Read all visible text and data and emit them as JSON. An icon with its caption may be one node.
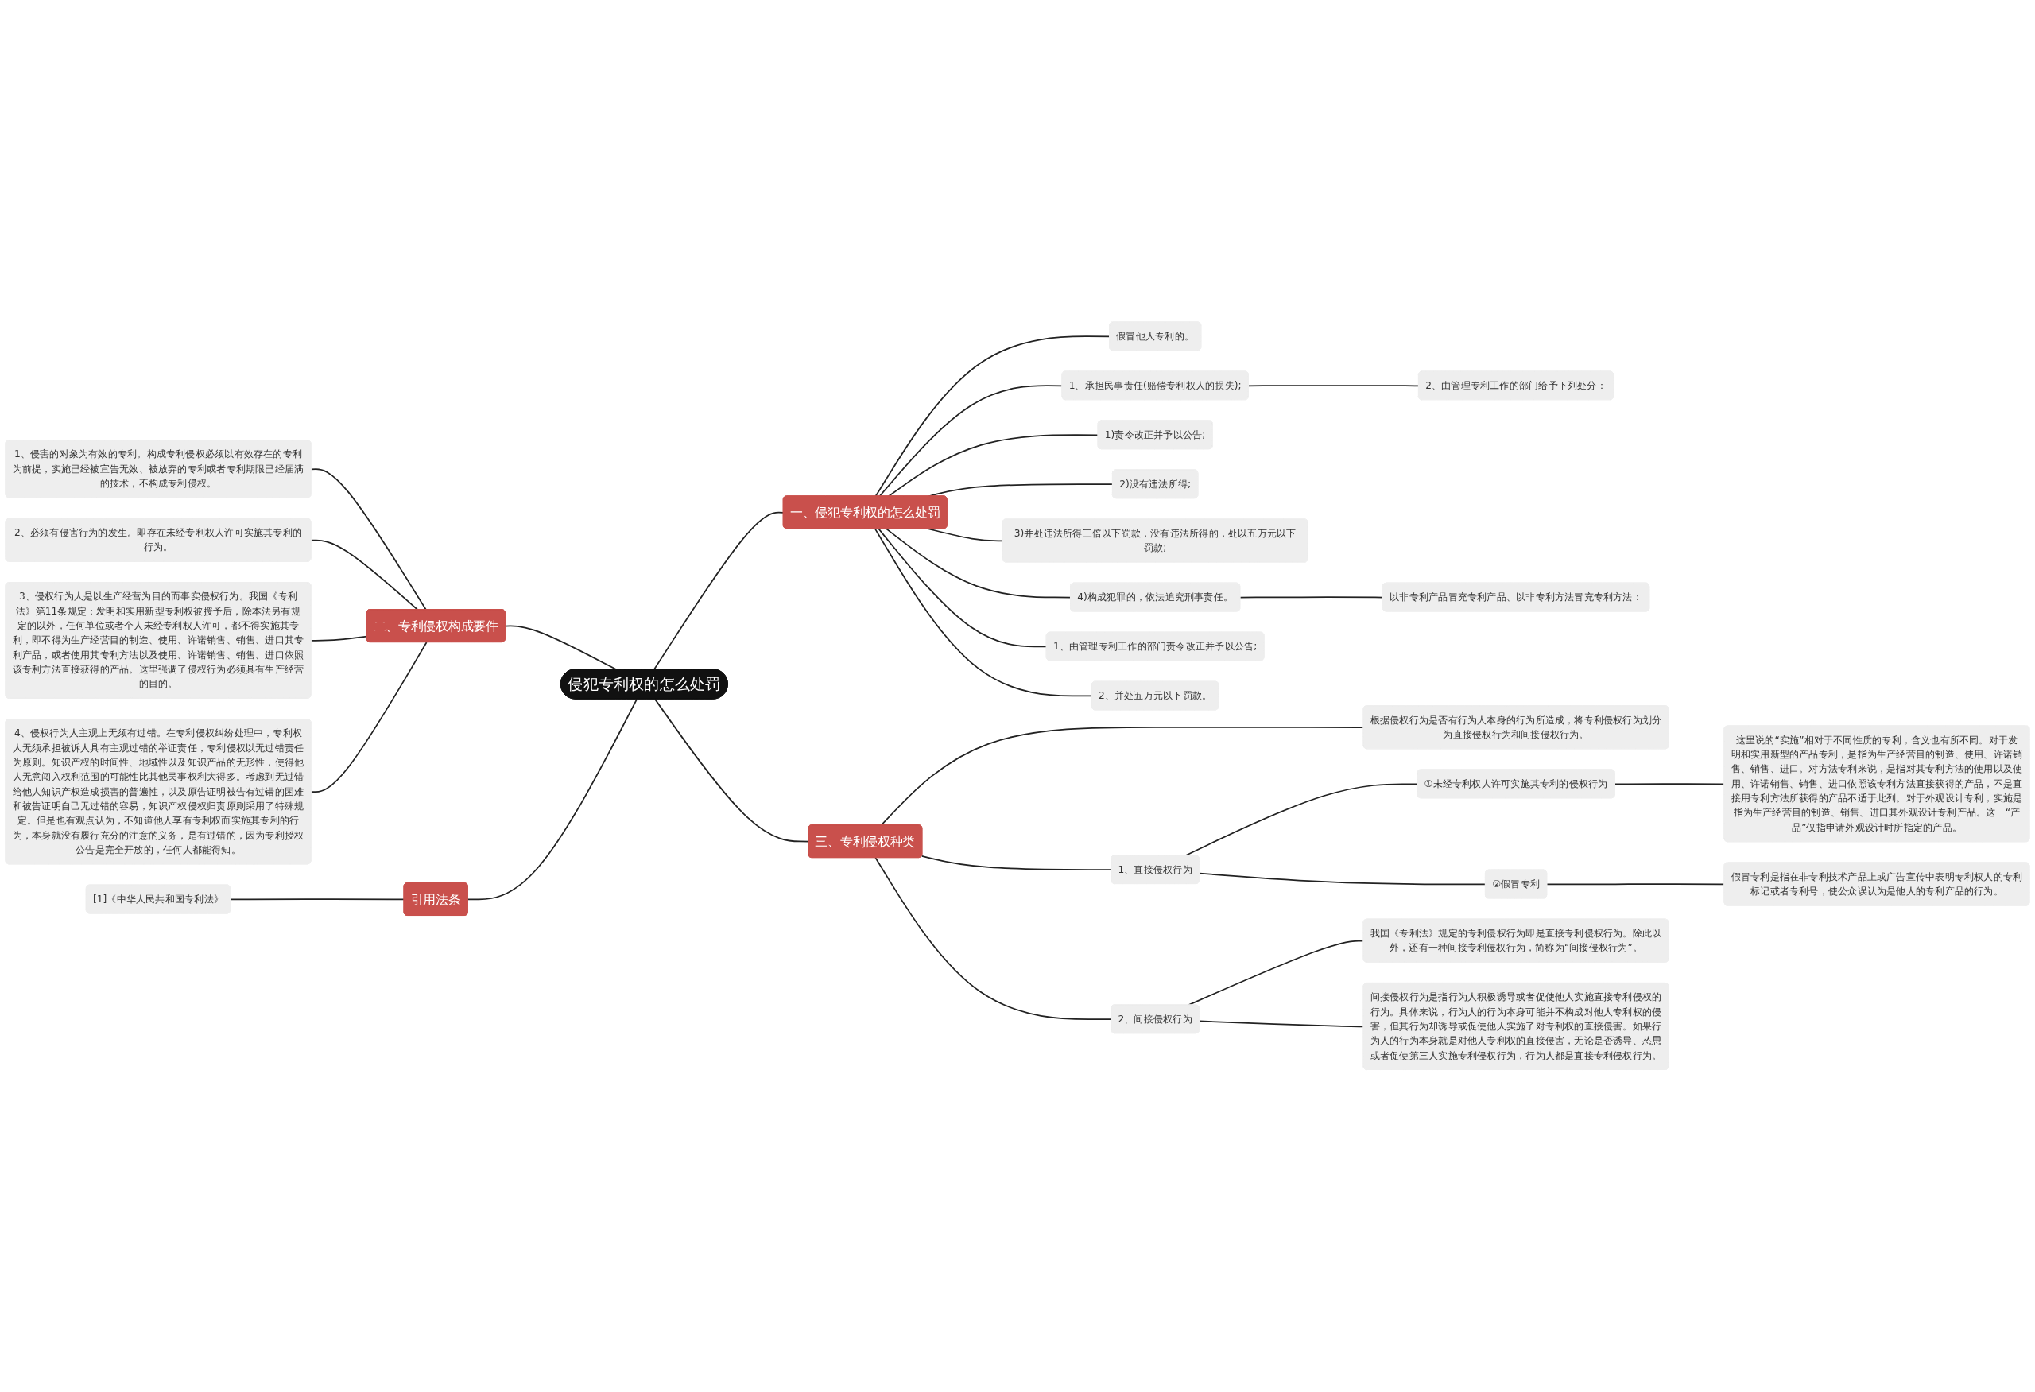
{
  "diagram": {
    "nodes": [
      {
        "text": [
          "侵犯专利权的怎么处罚"
        ]
      },
      {
        "text": [
          "一、侵犯专利权的怎么处罚"
        ]
      },
      {
        "text": [
          "假冒他人专利的。"
        ]
      },
      {
        "text": [
          "1、承担民事责任(赔偿专利权人的损失);"
        ]
      },
      {
        "text": [
          "2、由管理专利工作的部门给予下列处分："
        ]
      },
      {
        "text": [
          "1)责令改正并予以公告;"
        ]
      },
      {
        "text": [
          "2)没有违法所得;"
        ]
      },
      {
        "text": [
          "3)并处违法所得三倍以下罚款，没有违法所得的，处以五万元以下罚款;"
        ]
      },
      {
        "text": [
          "4)构成犯罪的，依法追究刑事责任。"
        ]
      },
      {
        "text": [
          "以非专利产品冒充专利产品、以非专利方法冒充专利方法："
        ]
      },
      {
        "text": [
          "1、由管理专利工作的部门责令改正并予以公告;"
        ]
      },
      {
        "text": [
          "2、并处五万元以下罚款。"
        ]
      },
      {
        "text": [
          "二、专利侵权构成要件"
        ]
      },
      {
        "text": [
          "1、侵害的对象为有效的专利。构成专利侵权必须以有效存在的专利为前提，实施已经被宣告无效、被放弃的专利或者专利期限已经届满的技术，不构成专利侵权。"
        ]
      },
      {
        "text": [
          "2、必须有侵害行为的发生。即存在未经专利权人许可实施其专利的行为。"
        ]
      },
      {
        "text": [
          "3、侵权行为人是以生产经营为目的而事实侵权行为。我国《专利法》第11条规定：发明和实用新型专利权被授予后，除本法另有规定的以外，任何单位或者个人未经专利权人许可，都不得实施其专利，即不得为生产经营目的制造、使用、许诺销售、销售、进口其专利产品，或者使用其专利方法以及使用、许诺销售、销售、进口依照该专利方法直接获得的产品。这里强调了侵权行为必须具有生产经营的目的。"
        ]
      },
      {
        "text": [
          "4、侵权行为人主观上无须有过错。在专利侵权纠纷处理中，专利权人无须承担被诉人具有主观过错的举证责任，专利侵权以无过错责任为原则。知识产权的时间性、地域性以及知识产品的无形性，使得他人无意闯入权利范围的可能性比其他民事权利大得多。考虑到无过错给他人知识产权造成损害的普遍性，以及原告证明被告有过错的困难和被告证明自己无过错的容易，知识产权侵权归责原则采用了特殊规定。但是也有观点认为，不知道他人享有专利权而实施其专利的行为，本身就没有履行充分的注意的义务，是有过错的，因为专利授权公告是完全开放的，任何人都能得知。"
        ]
      },
      {
        "text": [
          "引用法条"
        ]
      },
      {
        "text": [
          "[1]《中华人民共和国专利法》"
        ]
      },
      {
        "text": [
          "三、专利侵权种类"
        ]
      },
      {
        "text": [
          "根据侵权行为是否有行为人本身的行为所造成，将专利侵权行为划分为直接侵权行为和间接侵权行为。"
        ]
      },
      {
        "text": [
          "1、直接侵权行为"
        ]
      },
      {
        "text": [
          "①未经专利权人许可实施其专利的侵权行为"
        ]
      },
      {
        "text": [
          "这里说的“实施”相对于不同性质的专利，含义也有所不同。对于发明和实用新型的产品专利，是指为生产经营目的制造、使用、许诺销售、销售、进口。对方法专利来说，是指对其专利方法的使用以及使用、许诺销售、销售、进口依照该专利方法直接获得的产品，不是直接用专利方法所获得的产品不适于此列。对于外观设计专利，实施是指为生产经营目的制造、销售、进口其外观设计专利产品。这一“产品”仅指申请外观设计时所指定的产品。"
        ]
      },
      {
        "text": [
          "②假冒专利"
        ]
      },
      {
        "text": [
          "假冒专利是指在非专利技术产品上或广告宣传中表明专利权人的专利标记或者专利号，使公众误认为是他人的专利产品的行为。"
        ]
      },
      {
        "text": [
          "2、间接侵权行为"
        ]
      },
      {
        "text": [
          "我国《专利法》规定的专利侵权行为即是直接专利侵权行为。除此以外，还有一种间接专利侵权行为，简称为“间接侵权行为”。"
        ]
      },
      {
        "text": [
          "间接侵权行为是指行为人积极诱导或者促使他人实施直接专利侵权的行为。具体来说，行为人的行为本身可能并不构成对他人专利权的侵害，但其行为却诱导或促使他人实施了对专利权的直接侵害。如果行为人的行为本身就是对他人专利权的直接侵害，无论是否诱导、怂恿或者促使第三人实施专利侵权行为，行为人都是直接专利侵权行为。"
        ]
      }
    ],
    "edges": [
      {
        "from": 0,
        "to": 1,
        "arrow": "none"
      },
      {
        "from": 1,
        "to": 2,
        "arrow": "none"
      },
      {
        "from": 1,
        "to": 3,
        "arrow": "none"
      },
      {
        "from": 3,
        "to": 4,
        "arrow": "none"
      },
      {
        "from": 1,
        "to": 5,
        "arrow": "none"
      },
      {
        "from": 1,
        "to": 6,
        "arrow": "none"
      },
      {
        "from": 1,
        "to": 7,
        "arrow": "none"
      },
      {
        "from": 1,
        "to": 8,
        "arrow": "none"
      },
      {
        "from": 8,
        "to": 9,
        "arrow": "none"
      },
      {
        "from": 1,
        "to": 10,
        "arrow": "none"
      },
      {
        "from": 1,
        "to": 11,
        "arrow": "none"
      },
      {
        "from": 0,
        "to": 12,
        "arrow": "none"
      },
      {
        "from": 12,
        "to": 13,
        "arrow": "none"
      },
      {
        "from": 12,
        "to": 14,
        "arrow": "none"
      },
      {
        "from": 12,
        "to": 15,
        "arrow": "none"
      },
      {
        "from": 12,
        "to": 16,
        "arrow": "none"
      },
      {
        "from": 0,
        "to": 17,
        "arrow": "none"
      },
      {
        "from": 17,
        "to": 18,
        "arrow": "none"
      },
      {
        "from": 0,
        "to": 19,
        "arrow": "none"
      },
      {
        "from": 19,
        "to": 20,
        "arrow": "none"
      },
      {
        "from": 19,
        "to": 21,
        "arrow": "none"
      },
      {
        "from": 21,
        "to": 22,
        "arrow": "none"
      },
      {
        "from": 22,
        "to": 23,
        "arrow": "none"
      },
      {
        "from": 21,
        "to": 24,
        "arrow": "none"
      },
      {
        "from": 24,
        "to": 25,
        "arrow": "none"
      },
      {
        "from": 19,
        "to": 26,
        "arrow": "none"
      },
      {
        "from": 26,
        "to": 27,
        "arrow": "none"
      },
      {
        "from": 26,
        "to": 28,
        "arrow": "none"
      }
    ]
  }
}
